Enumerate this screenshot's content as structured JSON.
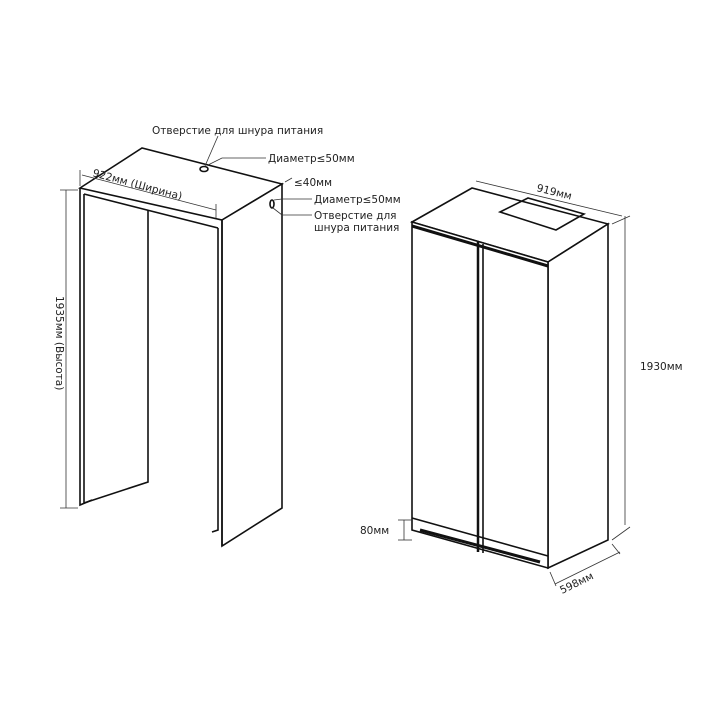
{
  "cabinet": {
    "cord_hole_top_label": "Отверстие для шнура питания",
    "diameter_top_label": "Диаметр≤50мм",
    "width_label": "922мм (Ширина)",
    "gap_label": "≤40мм",
    "diameter_side_label": "Диаметр≤50мм",
    "cord_hole_side_label_line1": "Отверстие для",
    "cord_hole_side_label_line2": "шнура питания",
    "height_label": "1935мм (Высота)"
  },
  "fridge": {
    "width_label": "919мм",
    "height_label": "1930мм",
    "depth_label": "598мм",
    "base_label": "80мм"
  }
}
